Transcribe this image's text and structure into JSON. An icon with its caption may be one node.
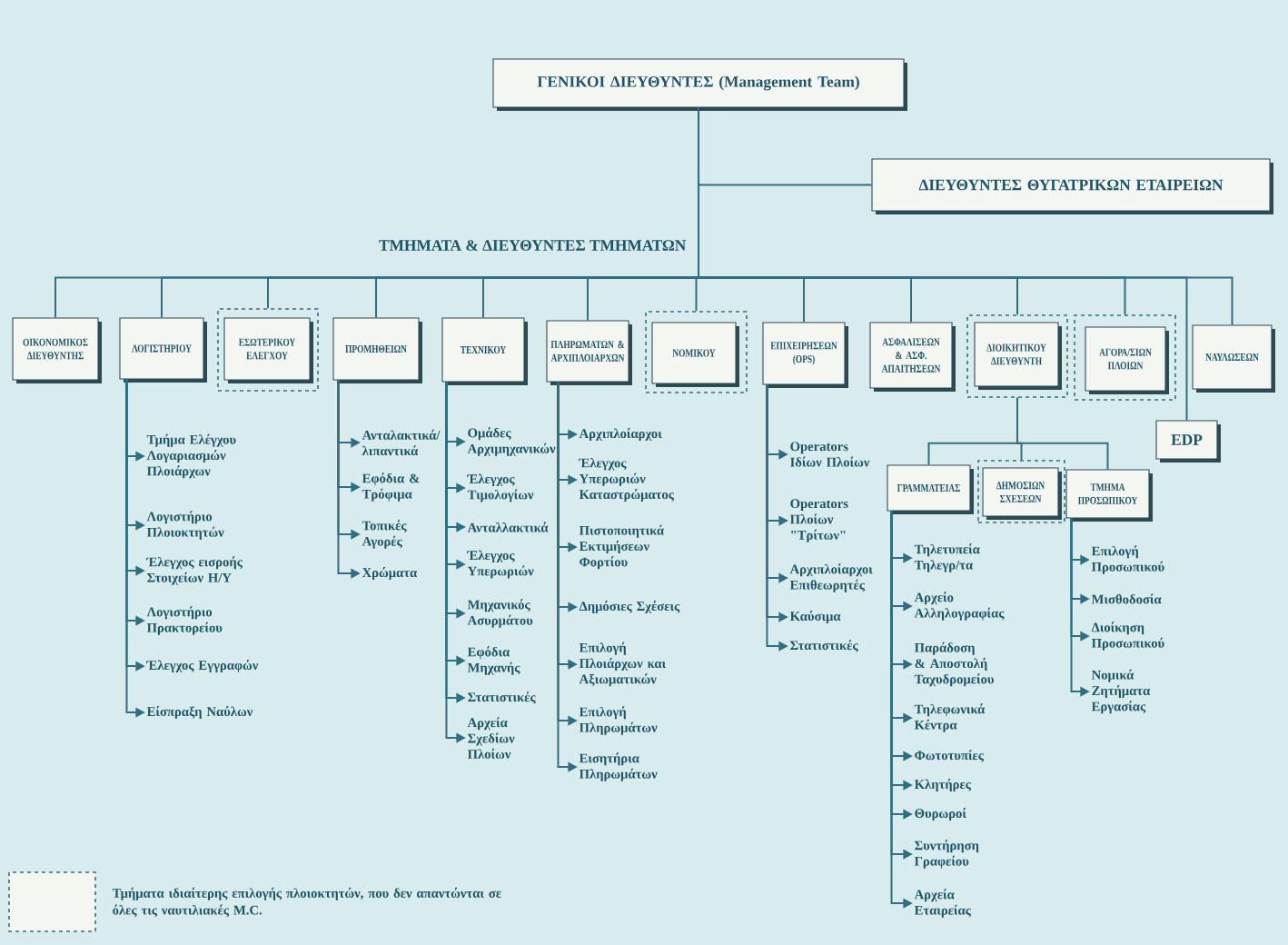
{
  "diagram": {
    "nodes": [
      {
        "text": [
          "ΓΕΝΙΚΟΙ ΔΙΕΥΘΥΝΤΕΣ (Management Team)"
        ]
      },
      {
        "text": [
          "ΔΙΕΥΘΥΝΤΕΣ ΘΥΓΑΤΡΙΚΩΝ ΕΤΑΙΡΕΙΩΝ"
        ]
      },
      {
        "text": [
          "ΟΙΚΟΝΟΜΙΚΟΣ ΔΙΕΥΘΥΝΤΗΣ"
        ]
      },
      {
        "text": [
          "ΛΟΓΙΣΤΗΡΙΟΥ"
        ]
      },
      {
        "text": [],
        "shape": "box"
      },
      {
        "text": [
          "ΕΣΩΤΕΡΙΚΟΥ ΕΛΕΓΧΟΥ"
        ],
        "in": 4
      },
      {
        "text": [
          "ΠΡΟΜΗΘΕΙΩΝ"
        ]
      },
      {
        "text": [
          "ΤΕΧΝΙΚΟΥ"
        ]
      },
      {
        "text": [
          "ΠΛΗΡΩΜΑΤΩΝ & ΑΡΧΙΠΛΟΙΑΡΧΩΝ"
        ]
      },
      {
        "text": [],
        "shape": "box"
      },
      {
        "text": [
          "ΝΟΜΙΚΟΥ"
        ],
        "in": 9
      },
      {
        "text": [
          "ΕΠΙΧΕΙΡΗΣΕΩΝ (OPS)"
        ]
      },
      {
        "text": [
          "ΑΣΦΑΛΙΣΕΩΝ & ΑΣΦ. ΑΠΑΙΤΗΣΕΩΝ"
        ]
      },
      {
        "text": [],
        "shape": "box"
      },
      {
        "text": [
          "ΔΙΟΙΚΗΤΙΚΟΥ ΔΙΕΥΘΥΝΤΗ"
        ],
        "in": 13
      },
      {
        "text": [],
        "shape": "box"
      },
      {
        "text": [
          "ΑΓΟΡΑ/ΣΙΩΝ ΠΛΟΙΩΝ"
        ],
        "in": 15
      },
      {
        "text": [
          "ΝΑΥΛΩΣΕΩΝ"
        ]
      },
      {
        "text": [
          "EDP"
        ]
      },
      {
        "text": [
          "ΓΡΑΜΜΑΤΕΙΑΣ"
        ]
      },
      {
        "text": [],
        "shape": "box"
      },
      {
        "text": [
          "ΔΗΜΟΣΙΩΝ ΣΧΕΣΕΩΝ"
        ],
        "in": 20
      },
      {
        "text": [
          "ΤΜΗΜΑ ΠΡΟΣΩΠΙΚΟΥ"
        ]
      },
      {
        "text": [
          "Τμήμα Ελέγχου Λογαριασμών Πλοιάρχων"
        ]
      },
      {
        "text": [
          "Λογιστήριο Πλοιοκτητών"
        ]
      },
      {
        "text": [
          "Έλεγχος εισροής Στοιχείων Η/Υ"
        ]
      },
      {
        "text": [
          "Λογιστήριο Πρακτορείου"
        ]
      },
      {
        "text": [
          "Έλεγχος Εγγραφών"
        ]
      },
      {
        "text": [
          "Είσπραξη Ναύλων"
        ]
      },
      {
        "text": [
          "Ανταλακτικά/ λιπαντικά"
        ]
      },
      {
        "text": [
          "Εφόδια & Τρόφιμα"
        ]
      },
      {
        "text": [
          "Τοπικές Αγορές"
        ]
      },
      {
        "text": [
          "Χρώματα"
        ]
      },
      {
        "text": [
          "Ομάδες Αρχιμηχανικών"
        ]
      },
      {
        "text": [
          "Έλεγχος Τιμολογίων"
        ]
      },
      {
        "text": [
          "Ανταλλακτικά"
        ]
      },
      {
        "text": [
          "Έλεγχος Υπερωριών"
        ]
      },
      {
        "text": [
          "Μηχανικός Ασυρμάτου"
        ]
      },
      {
        "text": [
          "Εφόδια Μηχανής"
        ]
      },
      {
        "text": [
          "Στατιστικές"
        ]
      },
      {
        "text": [
          "Αρχεία Σχεδίων Πλοίων"
        ]
      },
      {
        "text": [
          "Αρχιπλοίαρχοι"
        ]
      },
      {
        "text": [
          "Έλεγχος Υπερωριών Καταστρώματος"
        ]
      },
      {
        "text": [
          "Πιστοποιητικά Εκτιμήσεων Φορτίου"
        ]
      },
      {
        "text": [
          "Δημόσιες Σχέσεις"
        ]
      },
      {
        "text": [
          "Επιλογή Πλοιάρχων και Αξιωματικών"
        ]
      },
      {
        "text": [
          "Επιλογή Πληρωμάτων"
        ]
      },
      {
        "text": [
          "Εισητήρια Πληρωμάτων"
        ]
      },
      {
        "text": [
          "Operators Ιδίων Πλοίων"
        ]
      },
      {
        "text": [
          "Operators Πλοίων \"Τρίτων\""
        ]
      },
      {
        "text": [
          "Αρχιπλοίαρχοι Επιθεωρητές"
        ]
      },
      {
        "text": [
          "Καύσιμα"
        ]
      },
      {
        "text": [
          "Στατιστικές"
        ]
      },
      {
        "text": [
          "Τηλετυπεία Τηλεγρ/τα"
        ]
      },
      {
        "text": [
          "Αρχείο Αλληλογραφίας"
        ]
      },
      {
        "text": [
          "Παράδοση & Αποστολή Ταχυδρομείου"
        ]
      },
      {
        "text": [
          "Τηλεφωνικά Κέντρα"
        ]
      },
      {
        "text": [
          "Φωτοτυπίες"
        ]
      },
      {
        "text": [
          "Κλητήρες"
        ]
      },
      {
        "text": [
          "Θυρωροί"
        ]
      },
      {
        "text": [
          "Συντήρηση Γραφείου"
        ]
      },
      {
        "text": [
          "Αρχεία Εταιρείας"
        ]
      },
      {
        "text": [
          "Επιλογή Προσωπικού"
        ]
      },
      {
        "text": [
          "Μισθοδοσία"
        ]
      },
      {
        "text": [
          "Διοίκηση Προσωπικού"
        ]
      },
      {
        "text": [
          "Νομικά Ζητήματα Εργασίας"
        ]
      }
    ],
    "edges": [
      {
        "from": 0,
        "to": 1,
        "arrow": "none"
      },
      {
        "from": 0,
        "to": 2,
        "arrow": "none"
      },
      {
        "from": 0,
        "to": 3,
        "arrow": "none"
      },
      {
        "from": 0,
        "to": 4,
        "arrow": "none"
      },
      {
        "from": 0,
        "to": 6,
        "arrow": "none"
      },
      {
        "from": 0,
        "to": 7,
        "arrow": "none"
      },
      {
        "from": 0,
        "to": 8,
        "arrow": "none"
      },
      {
        "from": 0,
        "to": 9,
        "arrow": "none"
      },
      {
        "from": 0,
        "to": 11,
        "arrow": "none"
      },
      {
        "from": 0,
        "to": 12,
        "arrow": "none"
      },
      {
        "from": 0,
        "to": 13,
        "arrow": "none"
      },
      {
        "from": 0,
        "to": 15,
        "arrow": "none"
      },
      {
        "from": 0,
        "to": 17,
        "arrow": "none"
      },
      {
        "from": 0,
        "to": 18,
        "arrow": "none"
      },
      {
        "from": 13,
        "to": 19,
        "arrow": "none"
      },
      {
        "from": 13,
        "to": 20,
        "arrow": "none"
      },
      {
        "from": 13,
        "to": 22,
        "arrow": "none"
      },
      {
        "from": 3,
        "to": 23,
        "arrow": "to"
      },
      {
        "from": 3,
        "to": 24,
        "arrow": "to"
      },
      {
        "from": 3,
        "to": 25,
        "arrow": "to"
      },
      {
        "from": 3,
        "to": 26,
        "arrow": "to"
      },
      {
        "from": 3,
        "to": 27,
        "arrow": "to"
      },
      {
        "from": 3,
        "to": 28,
        "arrow": "to"
      },
      {
        "from": 6,
        "to": 29,
        "arrow": "to"
      },
      {
        "from": 6,
        "to": 30,
        "arrow": "to"
      },
      {
        "from": 6,
        "to": 31,
        "arrow": "to"
      },
      {
        "from": 6,
        "to": 32,
        "arrow": "to"
      },
      {
        "from": 7,
        "to": 33,
        "arrow": "to"
      },
      {
        "from": 7,
        "to": 34,
        "arrow": "to"
      },
      {
        "from": 7,
        "to": 35,
        "arrow": "to"
      },
      {
        "from": 7,
        "to": 36,
        "arrow": "to"
      },
      {
        "from": 7,
        "to": 37,
        "arrow": "to"
      },
      {
        "from": 7,
        "to": 38,
        "arrow": "to"
      },
      {
        "from": 7,
        "to": 39,
        "arrow": "to"
      },
      {
        "from": 7,
        "to": 40,
        "arrow": "to"
      },
      {
        "from": 8,
        "to": 41,
        "arrow": "to"
      },
      {
        "from": 8,
        "to": 42,
        "arrow": "to"
      },
      {
        "from": 8,
        "to": 43,
        "arrow": "to"
      },
      {
        "from": 8,
        "to": 44,
        "arrow": "to"
      },
      {
        "from": 8,
        "to": 45,
        "arrow": "to"
      },
      {
        "from": 8,
        "to": 46,
        "arrow": "to"
      },
      {
        "from": 8,
        "to": 47,
        "arrow": "to"
      },
      {
        "from": 11,
        "to": 48,
        "arrow": "to"
      },
      {
        "from": 11,
        "to": 49,
        "arrow": "to"
      },
      {
        "from": 11,
        "to": 50,
        "arrow": "to"
      },
      {
        "from": 11,
        "to": 51,
        "arrow": "to"
      },
      {
        "from": 11,
        "to": 52,
        "arrow": "to"
      },
      {
        "from": 19,
        "to": 53,
        "arrow": "to"
      },
      {
        "from": 19,
        "to": 54,
        "arrow": "to"
      },
      {
        "from": 19,
        "to": 55,
        "arrow": "to"
      },
      {
        "from": 19,
        "to": 56,
        "arrow": "to"
      },
      {
        "from": 19,
        "to": 57,
        "arrow": "to"
      },
      {
        "from": 19,
        "to": 58,
        "arrow": "to"
      },
      {
        "from": 19,
        "to": 59,
        "arrow": "to"
      },
      {
        "from": 19,
        "to": 60,
        "arrow": "to"
      },
      {
        "from": 19,
        "to": 61,
        "arrow": "to"
      },
      {
        "from": 22,
        "to": 62,
        "arrow": "to"
      },
      {
        "from": 22,
        "to": 63,
        "arrow": "to"
      },
      {
        "from": 22,
        "to": 64,
        "arrow": "to"
      },
      {
        "from": 22,
        "to": 65,
        "arrow": "to"
      }
    ],
    "labels": [
      "ΤΜΗΜΑΤΑ & ΔΙΕΥΘΥΝΤΕΣ ΤΜΗΜΑΤΩΝ"
    ],
    "legend": [
      {
        "text": "Τμήματα ιδιαίτερης επιλογής πλοιοκτητών, που δεν απαντώνται σε όλες τις ναυτιλιακές M.C."
      }
    ]
  }
}
